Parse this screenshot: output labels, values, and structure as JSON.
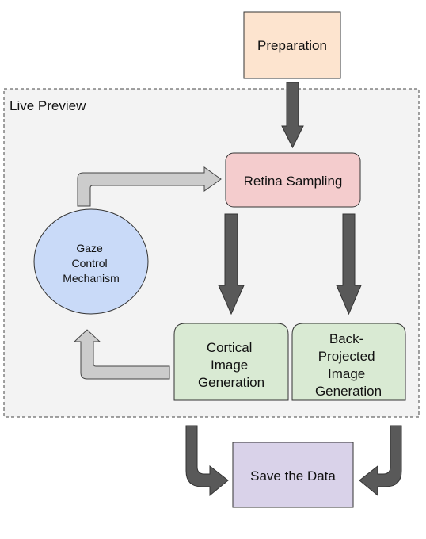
{
  "group": {
    "label": "Live Preview"
  },
  "nodes": {
    "preparation": {
      "lines": [
        "Preparation"
      ]
    },
    "retina_sampling": {
      "lines": [
        "Retina Sampling"
      ]
    },
    "gaze_control": {
      "lines": [
        "Gaze",
        "Control",
        "Mechanism"
      ]
    },
    "cortical": {
      "lines": [
        "Cortical",
        "Image",
        "Generation"
      ]
    },
    "back_projected": {
      "lines": [
        "Back-",
        "Projected",
        "Image",
        "Generation"
      ]
    },
    "save": {
      "lines": [
        "Save the Data"
      ]
    }
  },
  "colors": {
    "preparation_fill": "#fde4cf",
    "retina_fill": "#f4cccd",
    "gaze_fill": "#c9daf8",
    "generation_fill": "#d9ead3",
    "save_fill": "#d9d2e9",
    "group_fill": "#f3f3f3",
    "dark_arrow": "#595959",
    "light_arrow": "#cccccc",
    "stroke": "#333333"
  }
}
